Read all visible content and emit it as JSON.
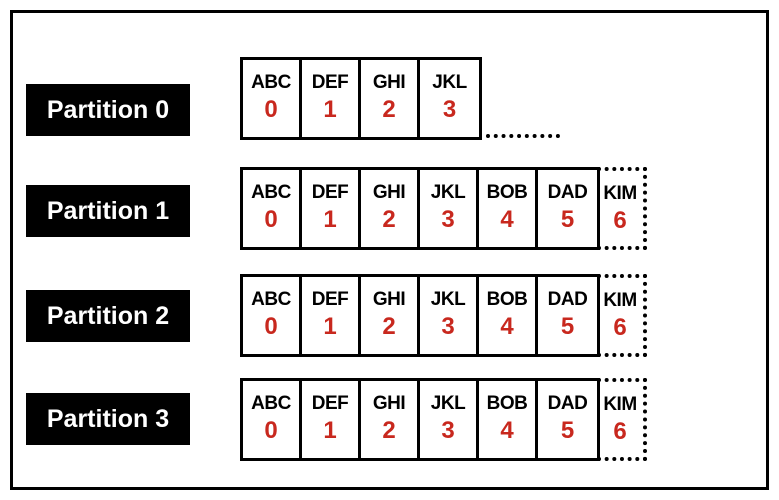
{
  "partitions": [
    {
      "label": "Partition 0",
      "records": [
        {
          "key": "ABC",
          "offset": "0"
        },
        {
          "key": "DEF",
          "offset": "1"
        },
        {
          "key": "GHI",
          "offset": "2"
        },
        {
          "key": "JKL",
          "offset": "3"
        }
      ],
      "pending": null
    },
    {
      "label": "Partition 1",
      "records": [
        {
          "key": "ABC",
          "offset": "0"
        },
        {
          "key": "DEF",
          "offset": "1"
        },
        {
          "key": "GHI",
          "offset": "2"
        },
        {
          "key": "JKL",
          "offset": "3"
        },
        {
          "key": "BOB",
          "offset": "4"
        },
        {
          "key": "DAD",
          "offset": "5"
        }
      ],
      "pending": {
        "key": "KIM",
        "offset": "6"
      }
    },
    {
      "label": "Partition 2",
      "records": [
        {
          "key": "ABC",
          "offset": "0"
        },
        {
          "key": "DEF",
          "offset": "1"
        },
        {
          "key": "GHI",
          "offset": "2"
        },
        {
          "key": "JKL",
          "offset": "3"
        },
        {
          "key": "BOB",
          "offset": "4"
        },
        {
          "key": "DAD",
          "offset": "5"
        }
      ],
      "pending": {
        "key": "KIM",
        "offset": "6"
      }
    },
    {
      "label": "Partition 3",
      "records": [
        {
          "key": "ABC",
          "offset": "0"
        },
        {
          "key": "DEF",
          "offset": "1"
        },
        {
          "key": "GHI",
          "offset": "2"
        },
        {
          "key": "JKL",
          "offset": "3"
        },
        {
          "key": "BOB",
          "offset": "4"
        },
        {
          "key": "DAD",
          "offset": "5"
        }
      ],
      "pending": {
        "key": "KIM",
        "offset": "6"
      }
    }
  ],
  "colors": {
    "offset": "#c8281e",
    "label_bg": "#000000",
    "label_text": "#ffffff"
  }
}
